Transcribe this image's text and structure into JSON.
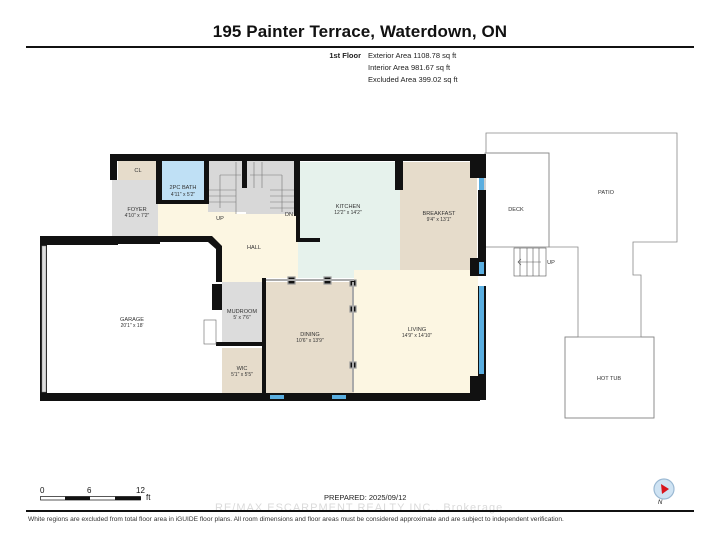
{
  "header": {
    "title": "195 Painter Terrace, Waterdown, ON"
  },
  "areas": {
    "floor_label": "1st Floor",
    "exterior": "Exterior Area 1108.78 sq ft",
    "interior": "Interior Area 981.67 sq ft",
    "excluded": "Excluded Area 399.02 sq ft"
  },
  "rooms": {
    "cl": {
      "name": "CL"
    },
    "bath": {
      "name": "2PC BATH",
      "dims": "4'11\" x 5'2\""
    },
    "foyer": {
      "name": "FOYER",
      "dims": "4'10\" x 7'2\""
    },
    "hall": {
      "name": "HALL"
    },
    "stairs_up": {
      "name": "UP"
    },
    "stairs_dn": {
      "name": "DN"
    },
    "kitchen": {
      "name": "KITCHEN",
      "dims": "12'2\" x 14'2\""
    },
    "breakfast": {
      "name": "BREAKFAST",
      "dims": "9'4\" x 13'1\""
    },
    "garage": {
      "name": "GARAGE",
      "dims": "20'1\" x 18'"
    },
    "mudroom": {
      "name": "MUDROOM",
      "dims": "5' x 7'6\""
    },
    "wic": {
      "name": "WIC",
      "dims": "5'1\" x 5'5\""
    },
    "dining": {
      "name": "DINING",
      "dims": "10'6\" x 13'9\""
    },
    "living": {
      "name": "LIVING",
      "dims": "14'9\" x 14'10\""
    },
    "deck": {
      "name": "DECK"
    },
    "deck_stairs": {
      "name": "UP"
    },
    "patio": {
      "name": "PATIO"
    },
    "hot_tub": {
      "name": "HOT TUB"
    }
  },
  "scale": {
    "ticks": [
      "0",
      "6",
      "12"
    ],
    "unit": "ft"
  },
  "footer": {
    "prepared": "PREPARED: 2025/09/12",
    "disclaimer": "White regions are excluded from total floor area in iGUIDE floor plans. All room dimensions and floor areas must be considered approximate and are subject to independent verification.",
    "watermark": "RE/MAX ESCARPMENT REALTY INC., Brokerage",
    "compass_label": "N"
  },
  "colors": {
    "wall": "#111111",
    "window": "#5aaee0",
    "kitchen": "#e6f2ec",
    "breakfast": "#e6dccb",
    "hall": "#fcf6e2",
    "living": "#fcf6e2",
    "dining": "#e6dccb",
    "bath": "#bfe0f5",
    "foyer": "#dcdcdc",
    "cl": "#e6dccb",
    "mudroom": "#dcdcdc",
    "wic": "#e6dccb",
    "stairs": "#d8d8d8",
    "compass_arrow": "#d8141c"
  }
}
